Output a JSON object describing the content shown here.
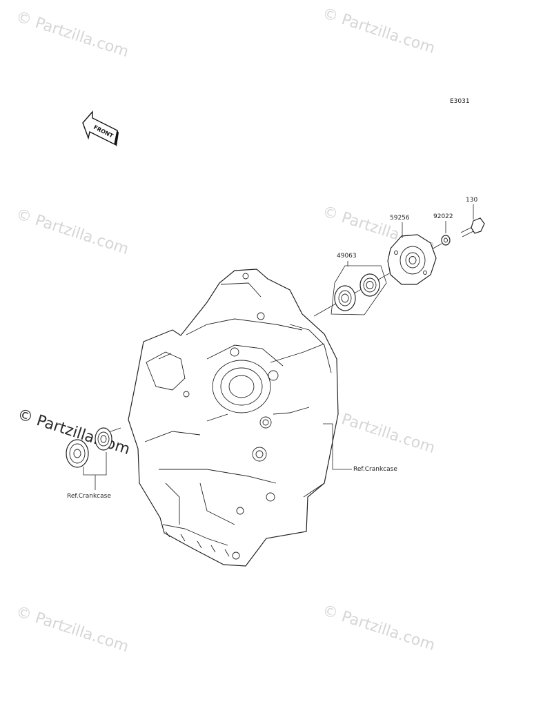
{
  "diagram_code": "E3031",
  "front_label": "FRONT",
  "parts": [
    {
      "number": "130"
    },
    {
      "number": "92022"
    },
    {
      "number": "59256"
    },
    {
      "number": "49063"
    }
  ],
  "references": [
    {
      "text": "Ref.Crankcase"
    },
    {
      "text": "Ref.Crankcase"
    }
  ],
  "watermark": {
    "text": "© Partzilla.com"
  },
  "colors": {
    "watermark": "#d6d6d6",
    "line": "#222222"
  }
}
